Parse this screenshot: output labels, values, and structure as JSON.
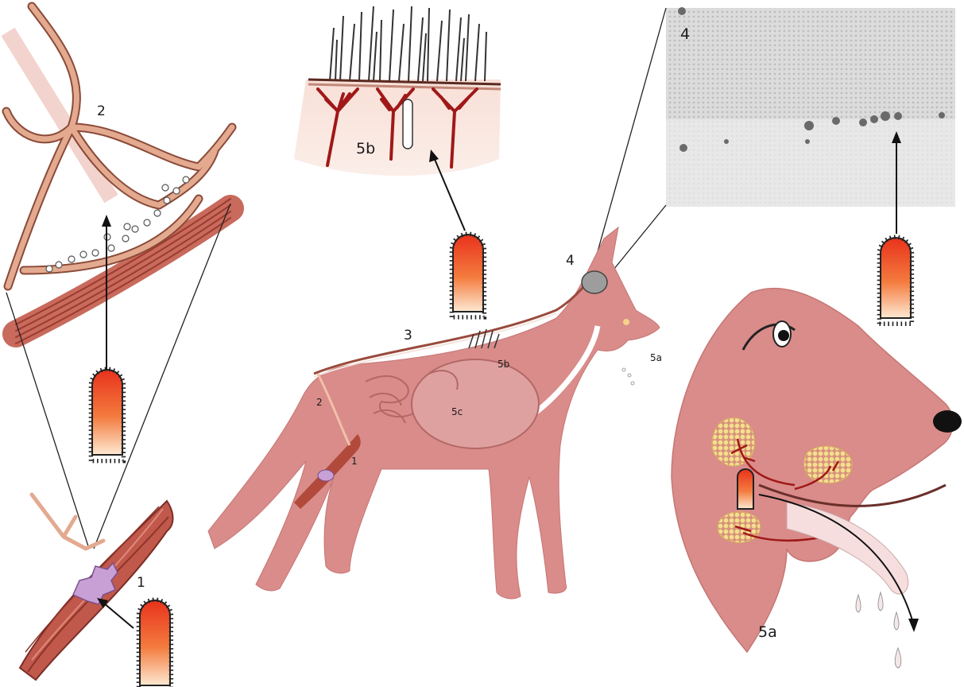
{
  "labels": {
    "receptor_1": "1",
    "receptor_2": "2",
    "receptor_4": "4",
    "receptor_5a": "5a",
    "receptor_5b": "5b",
    "dog_1": "1",
    "dog_2": "2",
    "dog_3": "3",
    "dog_4": "4",
    "dog_5a": "5a",
    "dog_5b": "5b",
    "dog_5c": "5c"
  },
  "colors": {
    "skin": "#d98c8a",
    "skin_dark": "#b86a68",
    "nerve": "#e0a890",
    "nerve_outline": "#8a4a38",
    "vessel": "#a01818",
    "gland": "#f3d28a",
    "electrode_top": "#e8321c",
    "electrode_bottom": "#fbe3c8",
    "histology": "#d7d7d7",
    "muscle": "#b24a3c"
  }
}
